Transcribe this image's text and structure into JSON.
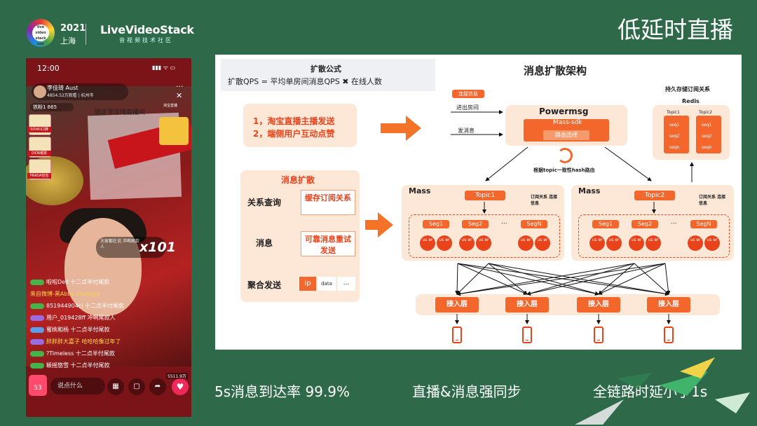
{
  "header": {
    "logo_year": "2021",
    "logo_city": "上海",
    "logo_inner": "live video stack con",
    "brand": "LiveVideoStack",
    "brand_sub": "音视频技术社区",
    "title": "低延时直播"
  },
  "phone": {
    "time": "12:00",
    "status_icons": "▮▮▮ ᯤ ▭",
    "host_name": "李佳琦 Aust",
    "host_sub": "4854.52万观看 | 杭州市",
    "more": "··· ✕",
    "fan_badge": "铁粉1 665",
    "sign_text": "锁定李佳琦直播间",
    "promo_text": "淘宝直播",
    "products": [
      "SOWU口碑",
      "DIOR眼影",
      "PRADA包包"
    ],
    "crowd_text": "大家都在说 冲啊尾款人",
    "combo": "x101",
    "chats": [
      "啦啦Dell 十二点半付尾款",
      "来自微博-黑Abby chongya",
      "851944904ci 十二点半付尾款",
      "用户_019428ff 冲啊尾款人",
      "蜜桃和杨 十二点半付尾款",
      "胖胖胖大嘉子 哈哈哈像过年了",
      "?Timeless 十二点半付尾款",
      "颖摇悠雪 十二点半付尾款"
    ],
    "cart_count": "53",
    "input_placeholder": "说点什么",
    "likes": "5511.9万"
  },
  "diagram": {
    "formula_title": "扩散公式",
    "formula": "扩散QPS  =  平均单房间消息QPS  ✖  在线人数",
    "left_top_1": "1，淘宝直播主播发送",
    "left_top_2": "2，端侧用户互动点赞",
    "diffuse_title": "消息扩散",
    "flow": [
      "关系查询",
      "消息",
      "聚合发送"
    ],
    "cache_box": "缓存订阅关系",
    "reliable_box": "可靠消息重试发送",
    "agg_cells": [
      "ip",
      "data",
      "..."
    ],
    "arch_title": "消息扩散架构",
    "conn_info": "连接信息",
    "enter_room": "进出房间",
    "send_msg": "发消息",
    "powermsg": "Powermsg",
    "mass_sdk": "Mass-sdk",
    "route_select": "路由选择",
    "hash_route": "根据topic一致性hash路由",
    "storage_title": "持久存储订阅关系",
    "redis": "Redis",
    "topics_redis": [
      {
        "name": "Topic1",
        "items": [
          "seq1",
          "seq2",
          "seqn"
        ]
      },
      {
        "name": "Topic2",
        "items": [
          "seq1",
          "seq2",
          "seqn"
        ]
      }
    ],
    "mass_label": "Mass",
    "mass_groups": [
      {
        "topic": "Topic1",
        "sub": "订阅关系 连接信息",
        "segs": [
          "Seg1",
          "Seg2",
          "SegN"
        ]
      },
      {
        "topic": "Topic2",
        "sub": "订阅关系 连接信息",
        "segs": [
          "Seg1",
          "Seg2",
          "SegN"
        ]
      }
    ],
    "user_label": "us er",
    "ellipsis": "...",
    "access_layers": [
      "接入层",
      "接入层",
      "接入层",
      "接入层"
    ]
  },
  "bottom": {
    "stat1": "5s消息到达率 99.9%",
    "stat2": "直播&消息强同步",
    "stat3": "全链路时延小于1s"
  }
}
